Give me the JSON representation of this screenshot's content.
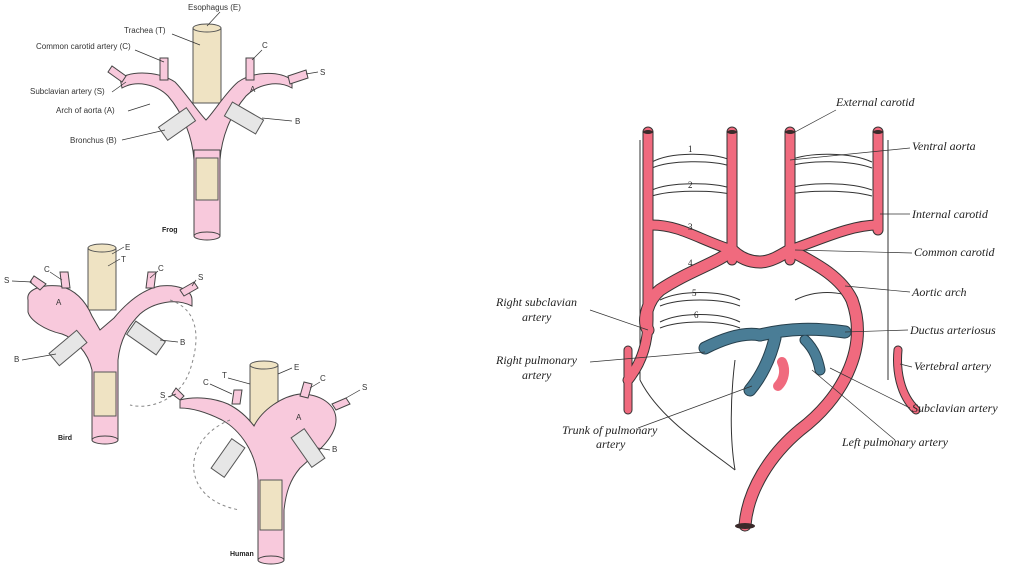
{
  "left_panel": {
    "frog": {
      "caption": "Frog",
      "labels": {
        "esophagus": "Esophagus (E)",
        "trachea": "Trachea (T)",
        "common_carotid": "Common carotid artery (C)",
        "subclavian": "Subclavian artery (S)",
        "arch_of_aorta": "Arch of aorta (A)",
        "bronchus": "Bronchus (B)",
        "c_right": "C",
        "s_right": "S",
        "a_inner": "A",
        "b_right": "B"
      }
    },
    "bird": {
      "caption": "Bird",
      "labels": {
        "e": "E",
        "t": "T",
        "c_left": "C",
        "c_right": "C",
        "s_left": "S",
        "s_right": "S",
        "a_inner": "A",
        "b_left": "B",
        "b_right": "B"
      }
    },
    "human": {
      "caption": "Human",
      "labels": {
        "e": "E",
        "t": "T",
        "c_left": "C",
        "c_right": "C",
        "s_left": "S",
        "s_right": "S",
        "a_inner": "A",
        "b_right": "B"
      }
    }
  },
  "right_panel": {
    "labels": {
      "external_carotid": "External carotid",
      "ventral_aorta": "Ventral aorta",
      "internal_carotid": "Internal carotid",
      "common_carotid": "Common carotid",
      "aortic_arch": "Aortic arch",
      "ductus_arteriosus": "Ductus arteriosus",
      "vertebral_artery": "Vertebral artery",
      "subclavian_artery": "Subclavian artery",
      "left_pulmonary_artery": "Left pulmonary artery",
      "right_subclavian_line1": "Right subclavian",
      "right_subclavian_line2": "artery",
      "right_pulmonary_line1": "Right pulmonary",
      "right_pulmonary_line2": "artery",
      "trunk_line1": "Trunk of pulmonary",
      "trunk_line2": "artery"
    },
    "arch_numbers": [
      "1",
      "2",
      "3",
      "4",
      "5",
      "6"
    ]
  },
  "colors": {
    "vessel_pink": "#f8c9dc",
    "artery_red": "#f06a7e",
    "pulmonary_blue": "#4a7d96"
  }
}
